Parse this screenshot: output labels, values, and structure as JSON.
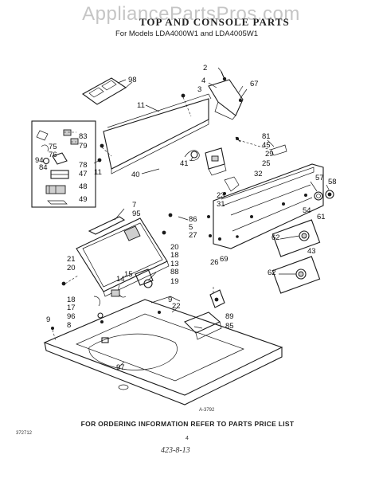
{
  "watermark": "AppliancePartsPros.com",
  "title": "TOP AND CONSOLE PARTS",
  "models_line": "For Models LDA4000W1 and LDA4005W1",
  "figure_code": "A-3792",
  "footer_note": "FOR ORDERING INFORMATION REFER TO PARTS PRICE LIST",
  "page_number": "4",
  "doc_code": "372712",
  "handwritten_code": "423-8-13",
  "callouts": [
    "98",
    "2",
    "4",
    "3",
    "67",
    "11",
    "83",
    "79",
    "75",
    "76",
    "94",
    "84",
    "78",
    "47",
    "48",
    "49",
    "81",
    "45",
    "29",
    "25",
    "41",
    "40",
    "11",
    "57",
    "58",
    "32",
    "7",
    "95",
    "86",
    "5",
    "27",
    "23",
    "31",
    "54",
    "61",
    "62",
    "26",
    "69",
    "21",
    "20",
    "20",
    "18",
    "13",
    "88",
    "19",
    "15",
    "14",
    "18",
    "17",
    "96",
    "8",
    "9",
    "9",
    "22",
    "43",
    "62",
    "89",
    "85",
    "97"
  ]
}
